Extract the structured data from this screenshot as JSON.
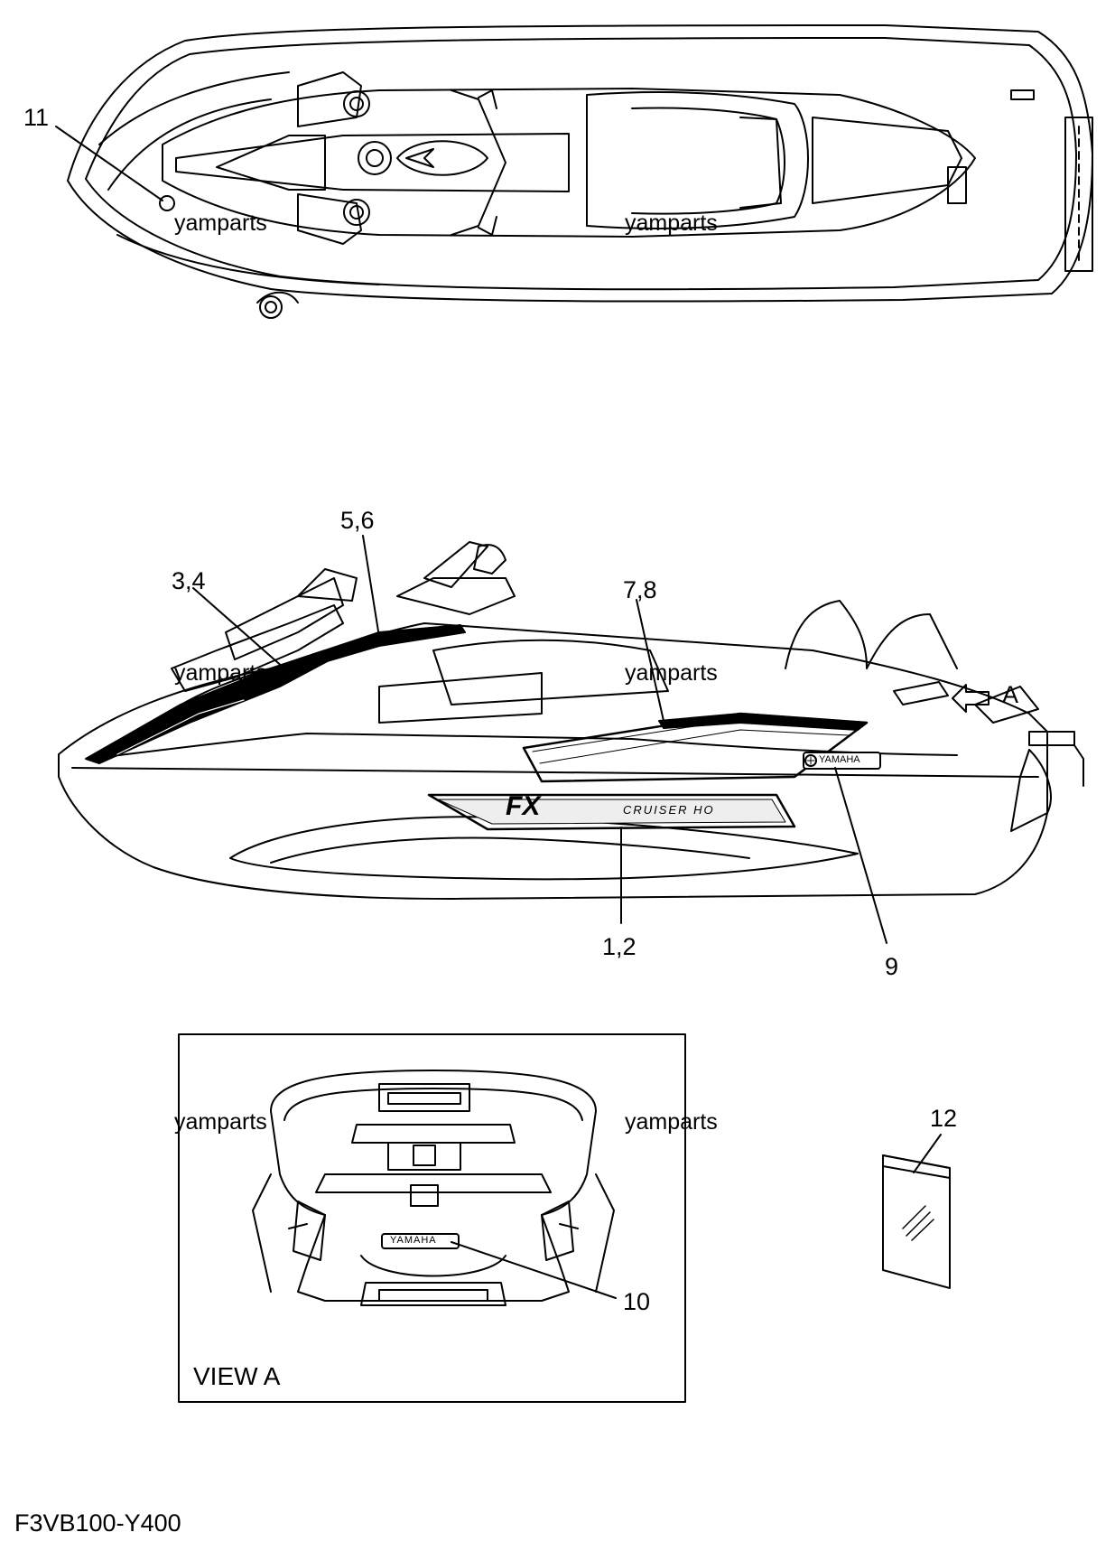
{
  "callouts": {
    "c11": "11",
    "c56": "5,6",
    "c34": "3,4",
    "c78": "7,8",
    "cA": "A",
    "c12": "1,2",
    "c9": "9",
    "c12b": "12",
    "c10": "10"
  },
  "watermarks": {
    "top_left": "yamparts",
    "top_right": "yamparts",
    "mid_left": "yamparts",
    "mid_right": "yamparts",
    "bot_left": "yamparts",
    "bot_right": "yamparts"
  },
  "inset": {
    "title": "VIEW A"
  },
  "decals": {
    "side_logo": "FX",
    "side_sub": "CRUISER HO",
    "side_badge": "YAMAHA",
    "rear_badge": "YAMAHA"
  },
  "drawing_code": "F3VB100-Y400"
}
